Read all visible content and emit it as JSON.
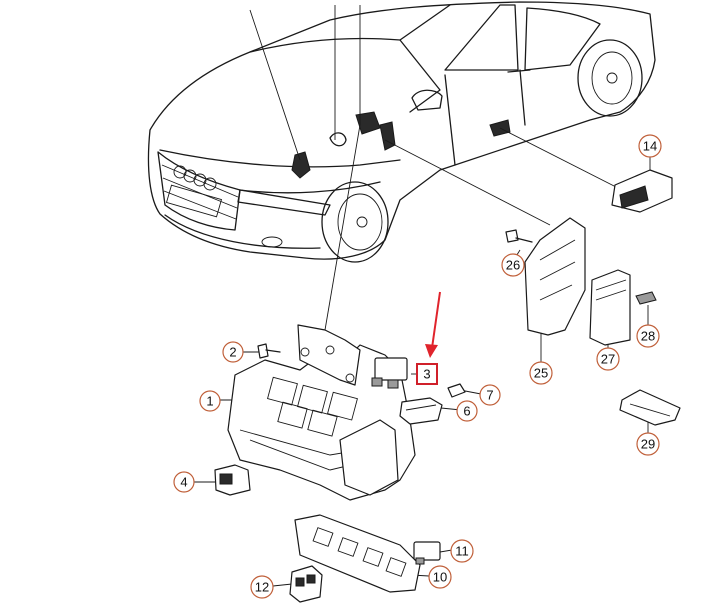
{
  "colors": {
    "callout_ring": "#c0603a",
    "highlight": "#d0202a",
    "arrow": "#e0242c",
    "ink": "#1a1a1a"
  },
  "callouts": [
    {
      "id": "c1",
      "label": "1"
    },
    {
      "id": "c2",
      "label": "2"
    },
    {
      "id": "c3",
      "label": "3",
      "highlighted": true
    },
    {
      "id": "c4",
      "label": "4"
    },
    {
      "id": "c6",
      "label": "6"
    },
    {
      "id": "c7",
      "label": "7"
    },
    {
      "id": "c10",
      "label": "10"
    },
    {
      "id": "c11",
      "label": "11"
    },
    {
      "id": "c12",
      "label": "12"
    },
    {
      "id": "c14",
      "label": "14"
    },
    {
      "id": "c25",
      "label": "25"
    },
    {
      "id": "c26",
      "label": "26"
    },
    {
      "id": "c27",
      "label": "27"
    },
    {
      "id": "c28",
      "label": "28"
    },
    {
      "id": "c29",
      "label": "29"
    }
  ]
}
